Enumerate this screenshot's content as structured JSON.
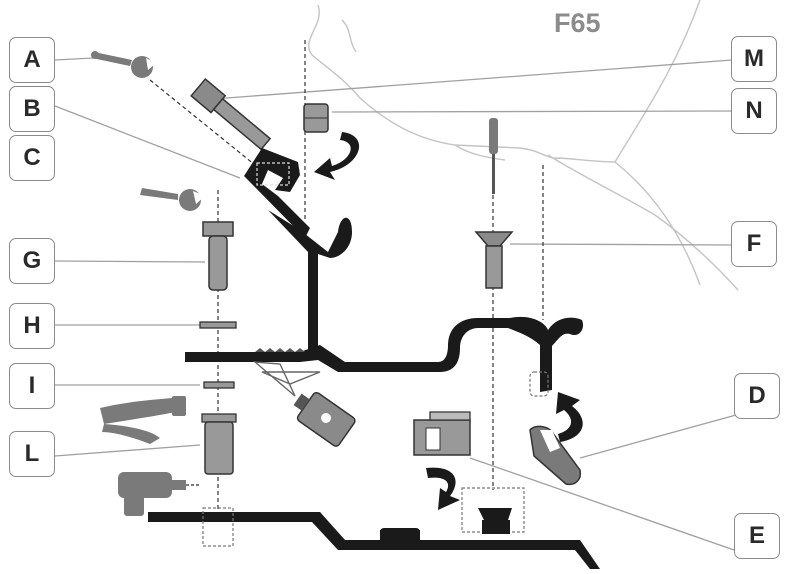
{
  "figure": {
    "code": "F65"
  },
  "callouts": {
    "A": "A",
    "B": "B",
    "C": "C",
    "G": "G",
    "H": "H",
    "I": "I",
    "L": "L",
    "M": "M",
    "N": "N",
    "F": "F",
    "D": "D",
    "E": "E"
  },
  "colors": {
    "part_dark": "#1a1a1a",
    "part_grey": "#8c8c8c",
    "leader": "#9a9a9a",
    "outline": "#bdbdbd"
  },
  "icons": [
    "wrench-icon",
    "wrench-icon",
    "screwdriver-icon",
    "rivet-gun-icon",
    "drill-icon",
    "glue-tube-icon",
    "rotate-arrow-icon"
  ]
}
